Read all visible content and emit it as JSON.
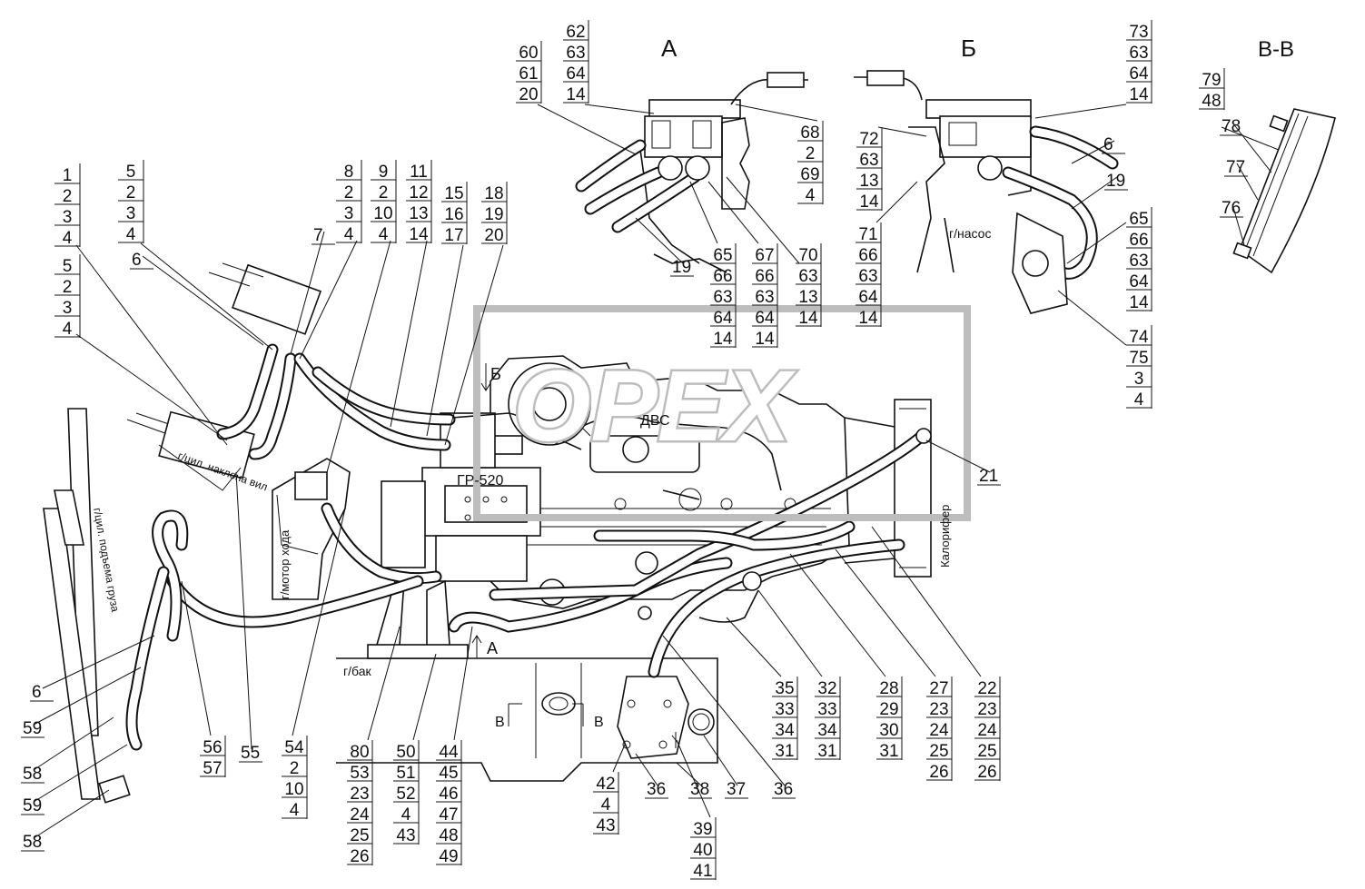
{
  "watermark": "OPEX",
  "views": [
    "А",
    "Б",
    "В-В"
  ],
  "texts": {
    "dvs": "ДВС",
    "pump_gr520": "ГР-520",
    "g_nasos": "г/насос",
    "g_motor_khoda": "г/мотор хода",
    "g_bak": "г/бак",
    "kalorifer": "Калорифер",
    "g_cil_naklona_vil": "г/цил. наклона вил",
    "g_cil_podema_gruza": "г/цил. подъема груза",
    "section_b": "В",
    "section_a": "А",
    "section_bb": "Б"
  },
  "labels": [
    {
      "id": "s1",
      "values": [
        "1",
        "2",
        "3",
        "4"
      ]
    },
    {
      "id": "s2",
      "values": [
        "5",
        "2",
        "3",
        "4"
      ]
    },
    {
      "id": "s3",
      "values": [
        "5",
        "2",
        "3",
        "4"
      ]
    },
    {
      "id": "s4",
      "values": [
        "8",
        "2",
        "3",
        "4"
      ]
    },
    {
      "id": "s5",
      "values": [
        "9",
        "2",
        "10",
        "4"
      ]
    },
    {
      "id": "s6",
      "values": [
        "11",
        "12",
        "13",
        "14"
      ]
    },
    {
      "id": "s7",
      "values": [
        "15",
        "16",
        "17"
      ]
    },
    {
      "id": "s8",
      "values": [
        "18",
        "19",
        "20"
      ]
    },
    {
      "id": "s9",
      "values": [
        "60",
        "61",
        "20"
      ]
    },
    {
      "id": "s10",
      "values": [
        "62",
        "63",
        "64",
        "14"
      ]
    },
    {
      "id": "s11",
      "values": [
        "68",
        "2",
        "69",
        "4"
      ]
    },
    {
      "id": "s12",
      "values": [
        "65",
        "66",
        "63",
        "64",
        "14"
      ]
    },
    {
      "id": "s13",
      "values": [
        "67",
        "66",
        "63",
        "64",
        "14"
      ]
    },
    {
      "id": "s14",
      "values": [
        "70",
        "63",
        "13",
        "14"
      ]
    },
    {
      "id": "s15",
      "values": [
        "72",
        "63",
        "13",
        "14"
      ]
    },
    {
      "id": "s16",
      "values": [
        "71",
        "66",
        "63",
        "64",
        "14"
      ]
    },
    {
      "id": "s17",
      "values": [
        "73",
        "63",
        "64",
        "14"
      ]
    },
    {
      "id": "s18",
      "values": [
        "65",
        "66",
        "63",
        "64",
        "14"
      ]
    },
    {
      "id": "s19",
      "values": [
        "74",
        "75",
        "3",
        "4"
      ]
    },
    {
      "id": "s20",
      "values": [
        "79",
        "48"
      ]
    },
    {
      "id": "s21",
      "values": [
        "56",
        "57"
      ]
    },
    {
      "id": "s22",
      "values": [
        "54",
        "2",
        "10",
        "4"
      ]
    },
    {
      "id": "s23",
      "values": [
        "80",
        "53",
        "23",
        "24",
        "25",
        "26"
      ]
    },
    {
      "id": "s24",
      "values": [
        "50",
        "51",
        "52",
        "4",
        "43"
      ]
    },
    {
      "id": "s25",
      "values": [
        "44",
        "45",
        "46",
        "47",
        "48",
        "49"
      ]
    },
    {
      "id": "s26",
      "values": [
        "42",
        "4",
        "43"
      ]
    },
    {
      "id": "s27",
      "values": [
        "39",
        "40",
        "41"
      ]
    },
    {
      "id": "s28",
      "values": [
        "35",
        "33",
        "34",
        "31"
      ]
    },
    {
      "id": "s29",
      "values": [
        "32",
        "33",
        "34",
        "31"
      ]
    },
    {
      "id": "s30",
      "values": [
        "28",
        "29",
        "30",
        "31"
      ]
    },
    {
      "id": "s31",
      "values": [
        "27",
        "23",
        "24",
        "25",
        "26"
      ]
    },
    {
      "id": "s32",
      "values": [
        "22",
        "23",
        "24",
        "25",
        "26"
      ]
    }
  ],
  "single_labels": [
    {
      "id": "n7",
      "text": "7"
    },
    {
      "id": "n6a",
      "text": "6"
    },
    {
      "id": "n6b",
      "text": "6"
    },
    {
      "id": "n6c",
      "text": "6"
    },
    {
      "id": "n19a",
      "text": "19"
    },
    {
      "id": "n19b",
      "text": "19"
    },
    {
      "id": "n21",
      "text": "21"
    },
    {
      "id": "n78",
      "text": "78"
    },
    {
      "id": "n77",
      "text": "77"
    },
    {
      "id": "n76",
      "text": "76"
    },
    {
      "id": "n59a",
      "text": "59"
    },
    {
      "id": "n58a",
      "text": "58"
    },
    {
      "id": "n59b",
      "text": "59"
    },
    {
      "id": "n58b",
      "text": "58"
    },
    {
      "id": "n55",
      "text": "55"
    },
    {
      "id": "n36a",
      "text": "36"
    },
    {
      "id": "n38",
      "text": "38"
    },
    {
      "id": "n37",
      "text": "37"
    },
    {
      "id": "n36b",
      "text": "36"
    }
  ]
}
